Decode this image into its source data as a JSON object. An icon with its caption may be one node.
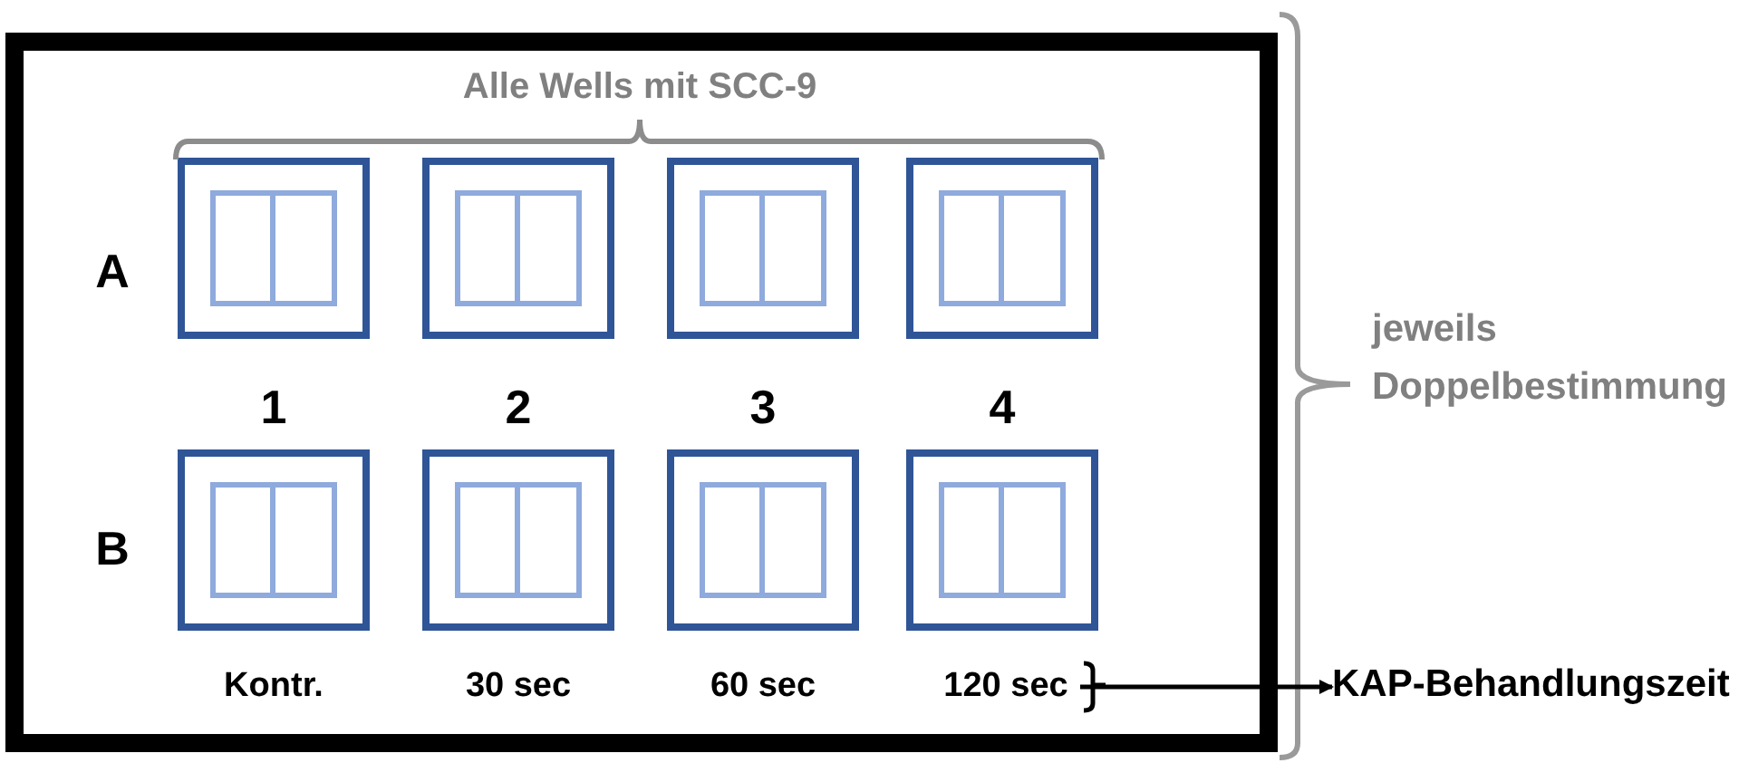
{
  "diagram": {
    "nodes": [
      {
        "text": [],
        "shape": "box"
      },
      {
        "text": [],
        "shape": "box",
        "in": 0
      },
      {
        "text": [],
        "shape": "box",
        "in": 0
      },
      {
        "text": [],
        "shape": "box",
        "in": 0
      },
      {
        "text": [],
        "shape": "box",
        "in": 0
      },
      {
        "text": [],
        "shape": "box",
        "in": 0
      },
      {
        "text": [],
        "shape": "box",
        "in": 0
      },
      {
        "text": [],
        "shape": "box",
        "in": 0
      },
      {
        "text": [],
        "shape": "box",
        "in": 0
      },
      {
        "text": [
          "120 sec"
        ],
        "in": 0
      },
      {
        "text": [
          "KAP-Behandlungszeit"
        ]
      }
    ],
    "edges": [
      {
        "from": 9,
        "to": 10,
        "arrow": "to"
      }
    ],
    "labels": [
      "Alle Wells mit SCC-9",
      "A",
      "1",
      "2",
      "3",
      "4",
      "B",
      "Kontr.",
      "30 sec",
      "60 sec",
      "jeweils Doppelbestimmung"
    ]
  }
}
